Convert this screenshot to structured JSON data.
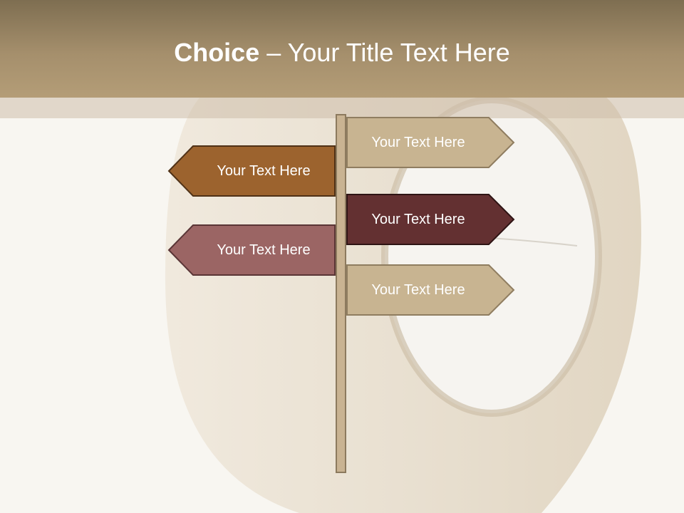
{
  "slide": {
    "title_bold": "Choice",
    "title_sep": " – ",
    "title_rest": "Your Title Text Here"
  },
  "signs": [
    {
      "label": "Your Text Here",
      "direction": "right",
      "fill": "#c8b491",
      "stroke": "#8f7d60",
      "text_color": "#ffffff"
    },
    {
      "label": "Your Text Here",
      "direction": "left",
      "fill": "#9c632e",
      "stroke": "#4f3116",
      "text_color": "#ffffff"
    },
    {
      "label": "Your Text Here",
      "direction": "right",
      "fill": "#633031",
      "stroke": "#2e1414",
      "text_color": "#ffffff"
    },
    {
      "label": "Your Text Here",
      "direction": "left",
      "fill": "#9b6564",
      "stroke": "#5a3536",
      "text_color": "#ffffff"
    },
    {
      "label": "Your Text Here",
      "direction": "right",
      "fill": "#c8b491",
      "stroke": "#8f7d60",
      "text_color": "#ffffff"
    }
  ],
  "colors": {
    "header_top": "#7e6e51",
    "header_bottom": "#b49d77",
    "pole": "#c9b392"
  }
}
